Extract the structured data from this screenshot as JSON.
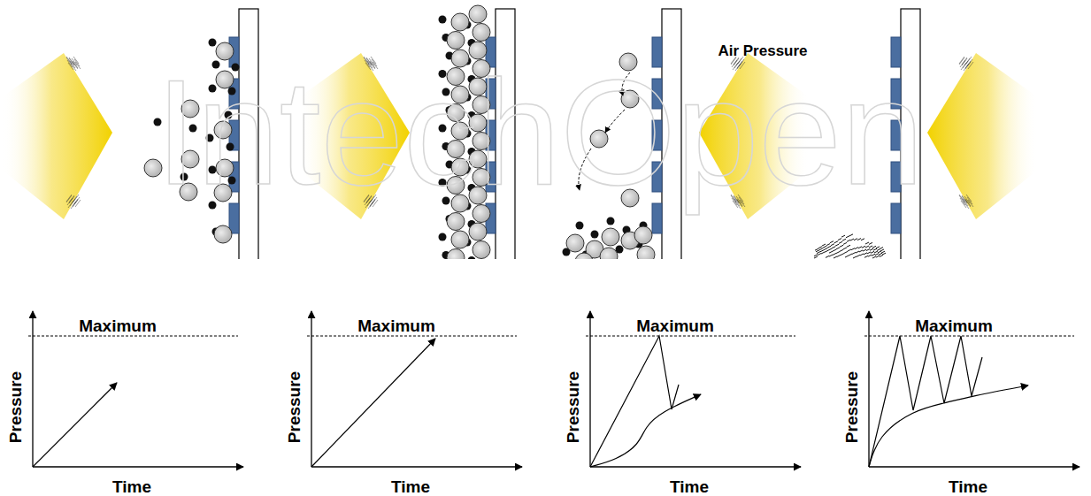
{
  "diagram": {
    "labels": [
      "Air Pressure",
      "Maximum",
      "Pressure",
      "Time",
      "Maximum",
      "Pressure",
      "Time",
      "Maximum",
      "Pressure",
      "Time",
      "Maximum",
      "Pressure",
      "Time",
      "IntechOpen"
    ]
  }
}
